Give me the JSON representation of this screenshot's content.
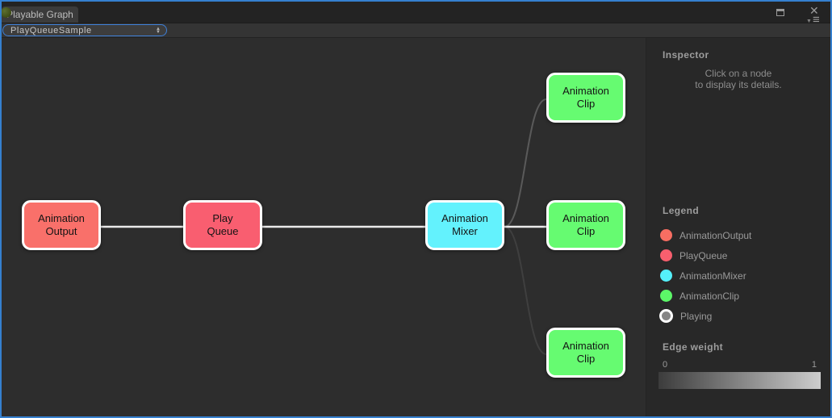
{
  "window": {
    "tab_title": "Playable Graph",
    "close_glyph": "✕",
    "menu_triangle": "▼",
    "menu_bars": "≡"
  },
  "toolbar": {
    "graph_selector_value": "PlayQueueSample",
    "arrow_up": "▲",
    "arrow_down": "▼"
  },
  "graph": {
    "nodes": [
      {
        "id": "animation-output",
        "line1": "Animation",
        "line2": "Output",
        "color": "#f9706a"
      },
      {
        "id": "play-queue",
        "line1": "Play",
        "line2": "Queue",
        "color": "#f95e70"
      },
      {
        "id": "animation-mixer",
        "line1": "Animation",
        "line2": "Mixer",
        "color": "#63f2fd"
      },
      {
        "id": "animation-clip-top",
        "line1": "Animation",
        "line2": "Clip",
        "color": "#66fb71"
      },
      {
        "id": "animation-clip-middle",
        "line1": "Animation",
        "line2": "Clip",
        "color": "#66fb71"
      },
      {
        "id": "animation-clip-bottom",
        "line1": "Animation",
        "line2": "Clip",
        "color": "#66fb71"
      }
    ],
    "edges": [
      {
        "from": "animation-output",
        "to": "play-queue",
        "color": "#eaeaea"
      },
      {
        "from": "play-queue",
        "to": "animation-mixer",
        "color": "#eaeaea"
      },
      {
        "from": "animation-mixer",
        "to": "animation-clip-middle",
        "color": "#eaeaea"
      },
      {
        "from": "animation-mixer",
        "to": "animation-clip-top",
        "color": "#5a5a5a"
      },
      {
        "from": "animation-mixer",
        "to": "animation-clip-bottom",
        "color": "#3f3f3f"
      }
    ]
  },
  "inspector": {
    "title": "Inspector",
    "hint_line1": "Click on a node",
    "hint_line2": "to display its details."
  },
  "legend": {
    "title": "Legend",
    "items": [
      {
        "label": "AnimationOutput",
        "color": "#f86e62"
      },
      {
        "label": "PlayQueue",
        "color": "#f85f6e"
      },
      {
        "label": "AnimationMixer",
        "color": "#55f0fa"
      },
      {
        "label": "AnimationClip",
        "color": "#5cf768"
      },
      {
        "label": "Playing",
        "color": "#858585",
        "ring": "#ffffff"
      }
    ]
  },
  "edge_weight": {
    "title": "Edge weight",
    "min_label": "0",
    "max_label": "1",
    "gradient_from": "#3c3c3c",
    "gradient_to": "#cdcdcd"
  }
}
